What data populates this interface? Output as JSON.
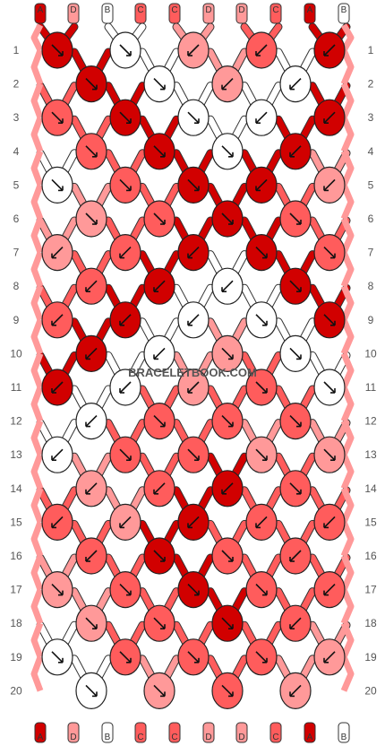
{
  "strands_top": [
    "A",
    "D",
    "B",
    "C",
    "C",
    "D",
    "D",
    "C",
    "A",
    "B"
  ],
  "strands_bottom": [
    "A",
    "D",
    "B",
    "C",
    "C",
    "D",
    "D",
    "C",
    "A",
    "B"
  ],
  "row_labels": [
    "1",
    "2",
    "3",
    "4",
    "5",
    "6",
    "7",
    "8",
    "9",
    "10",
    "11",
    "12",
    "13",
    "14",
    "15",
    "16",
    "17",
    "18",
    "19",
    "20"
  ],
  "watermark": "BRACELETBOOK.COM",
  "colors": {
    "A": "#d10000",
    "B": "#ffffff",
    "C": "#ff5c5c",
    "D": "#ff9999"
  },
  "knots": [
    [
      "A>",
      "B>",
      "D<",
      "C<",
      "A<"
    ],
    [
      "A>",
      "B>",
      "D<",
      "B<"
    ],
    [
      "C>",
      "A>",
      "B>",
      "B<",
      "A<"
    ],
    [
      "C>",
      "A>",
      "B>",
      "A<"
    ],
    [
      "B>",
      "C>",
      "A>",
      "A<",
      "D<"
    ],
    [
      "D>",
      "C>",
      "A>",
      "C>"
    ],
    [
      "D<",
      "C<",
      "A<",
      "A>",
      "C>"
    ],
    [
      "C<",
      "A<",
      "B<",
      "A>"
    ],
    [
      "C<",
      "A<",
      "B<",
      "B>",
      "A>"
    ],
    [
      "A<",
      "B<",
      "D>",
      "B>"
    ],
    [
      "A<",
      "B<",
      "D<",
      "C>",
      "B>"
    ],
    [
      "B<",
      "C>",
      "C>",
      "C>"
    ],
    [
      "B<",
      "C>",
      "C>",
      "D>",
      "D>"
    ],
    [
      "D<",
      "C<",
      "A<",
      "C>"
    ],
    [
      "C<",
      "D<",
      "A<",
      "C<",
      "C<"
    ],
    [
      "C<",
      "A>",
      "C>",
      "C<"
    ],
    [
      "D>",
      "C>",
      "A>",
      "C>",
      "C<"
    ],
    [
      "D>",
      "C>",
      "A>",
      "C<"
    ],
    [
      "B>",
      "C>",
      "C>",
      "C>",
      "D<"
    ],
    [
      "B>",
      "D>",
      "C>",
      "D<"
    ]
  ]
}
